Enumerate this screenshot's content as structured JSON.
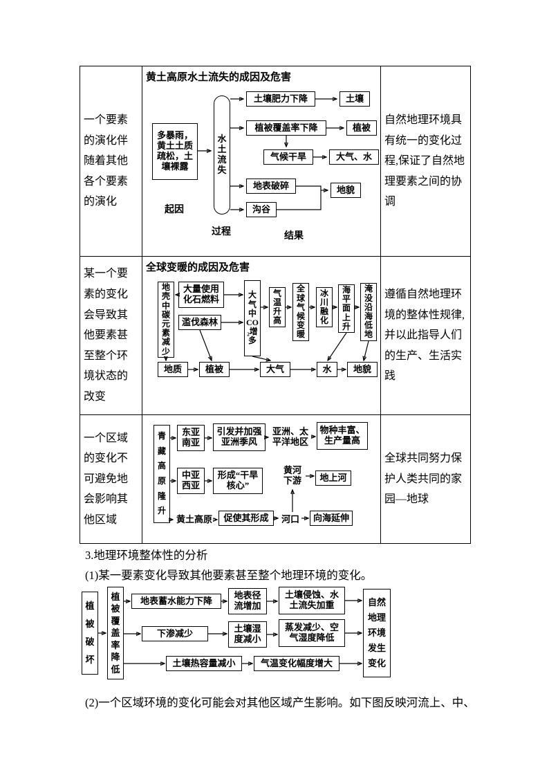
{
  "table": {
    "rows": [
      {
        "left": "一个要素的演化伴随着其他各个要素的演化",
        "right": "自然地理环境具有统一的变化过程,保证了自然地理要素之间的协调",
        "diagram": {
          "title": "黄土高原水土流失的成因及危害",
          "cause_box": "多暴雨，黄土土质疏松，土壤裸露",
          "process_box": "水土流失",
          "soil_fertility": "土壤肥力下降",
          "soil": "土壤",
          "veg_cover": "植被覆盖率下降",
          "vegetation": "植被",
          "dry_climate": "气候干旱",
          "atmos_water": "大气、水",
          "surface_broken": "地表破碎",
          "landform": "地貌",
          "gully": "沟谷",
          "label_cause": "起因",
          "label_process": "过程",
          "label_result": "结果"
        }
      },
      {
        "left": "某一个要素的变化会导致其他要素甚至整个环境状态的改变",
        "right": "遵循自然地理环境的整体性规律,并以此指导人们的生产、生活实践",
        "diagram": {
          "title": "全球变暖的成因及危害",
          "crust_carbon": "地壳中碳元素减少",
          "fossil_fuel": "大量使用化石燃料",
          "deforest": "滥伐森林",
          "co2": "大气中CO₂增多",
          "temp_rise": "气温升高",
          "global_warming": "全球气候变暖",
          "glacier_melt": "冰川融化",
          "sea_level": "海平面上升",
          "submerge": "淹没沿海低地",
          "geology": "地质",
          "vegetation": "植被",
          "atmosphere": "大气",
          "water": "水",
          "landform": "地貌"
        }
      },
      {
        "left": "一个区域的变化不可避免地会影响其他区域",
        "right": "全球共同努力保护人类共同的家园—地球",
        "diagram": {
          "plateau": "青藏高原隆升",
          "east_south_asia": "东亚南亚",
          "monsoon": "引发并加强亚洲季风",
          "asia_pacific": "亚洲、太平洋地区",
          "species": "物种丰富、生产量高",
          "central_west_asia": "中亚西亚",
          "arid_core": "形成“干旱核心”",
          "yellow_river": "黄河下游",
          "elevated_river": "地上河",
          "loess_plateau": "黄土高原",
          "promote_formation": "促使其形成",
          "estuary": "河口",
          "extend_sea": "向海延伸"
        }
      }
    ]
  },
  "section": {
    "heading": "3.地理环境整体性的分析",
    "point1": "(1)某一要素变化导致其他要素甚至整个地理环境的变化。",
    "point2": "(2)一个区域环境的变化可能会对其他区域产生影响。如下图反映河流上、中、"
  },
  "analysis_diagram": {
    "veg_destroy": "植被破坏",
    "veg_cover_drop": "植被覆盖率降低",
    "water_storage": "地表蓄水能力下降",
    "runoff": "地表径流增加",
    "erosion": "土壤侵蚀、水土流失加重",
    "infiltration": "下渗减少",
    "soil_moisture": "土壤湿度减小",
    "evaporation": "蒸发减少、空气湿度降低",
    "heat_capacity": "土壤热容量减小",
    "temp_amplitude": "气温变化幅度增大",
    "env_change": "自然地理环境发生变化"
  }
}
